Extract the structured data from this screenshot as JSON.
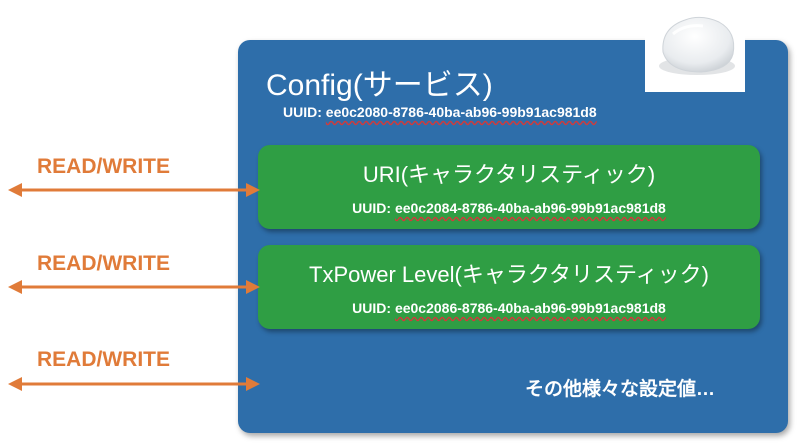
{
  "colors": {
    "service_fill": "#2e6eaa",
    "characteristic_fill": "#2f9e44",
    "arrow": "#e07b39",
    "text": "#ffffff"
  },
  "service": {
    "title": "Config(サービス)",
    "uuid_label": "UUID:",
    "uuid": "ee0c2080-8786-40ba-ab96-99b91ac981d8"
  },
  "characteristics": [
    {
      "name": "URI(キャラクタリスティック)",
      "uuid_label": "UUID:",
      "uuid": "ee0c2084-8786-40ba-ab96-99b91ac981d8"
    },
    {
      "name": "TxPower Level(キャラクタリスティック)",
      "uuid_label": "UUID:",
      "uuid": "ee0c2086-8786-40ba-ab96-99b91ac981d8"
    }
  ],
  "other_settings": "その他様々な設定値…",
  "access_labels": [
    "READ/WRITE",
    "READ/WRITE",
    "READ/WRITE"
  ]
}
